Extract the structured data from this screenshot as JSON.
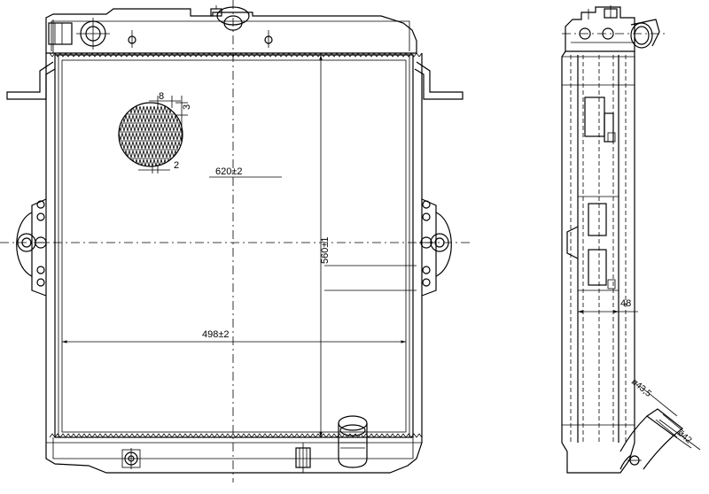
{
  "dimensions": {
    "fin_pitch": "8",
    "tube_pitch": "3",
    "fin_gap": "2",
    "overall_width": "620±2",
    "core_width": "498±2",
    "core_height": "560±1",
    "core_depth": "48",
    "outlet_diameter": "ø43,5",
    "outlet_inner_diameter": "ø42"
  },
  "colors": {
    "line": "#000000",
    "background": "#ffffff"
  }
}
